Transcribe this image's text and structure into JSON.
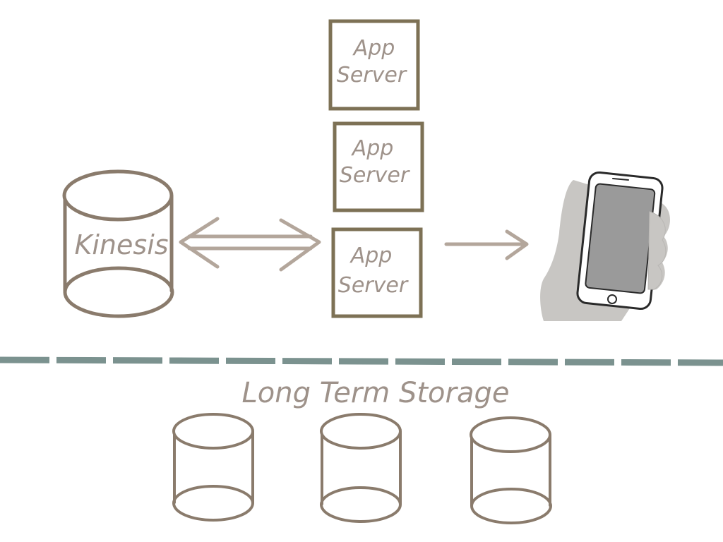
{
  "nodes": {
    "kinesis": {
      "label": "Kinesis"
    },
    "app_servers": [
      {
        "label_line1": "App",
        "label_line2": "Server"
      },
      {
        "label_line1": "App",
        "label_line2": "Server"
      },
      {
        "label_line1": "App",
        "label_line2": "Server"
      }
    ],
    "mobile_client": {
      "icon": "phone-in-hand-icon"
    },
    "storage_section": {
      "label": "Long Term Storage"
    }
  },
  "colors": {
    "sketch": "#8a7b6c",
    "box_border": "#7d7155",
    "text": "#9e928a",
    "arrow": "#b3a69b",
    "divider": "#7b928f",
    "hand": "#c8c6c3",
    "screen": "#9a9a9a"
  }
}
